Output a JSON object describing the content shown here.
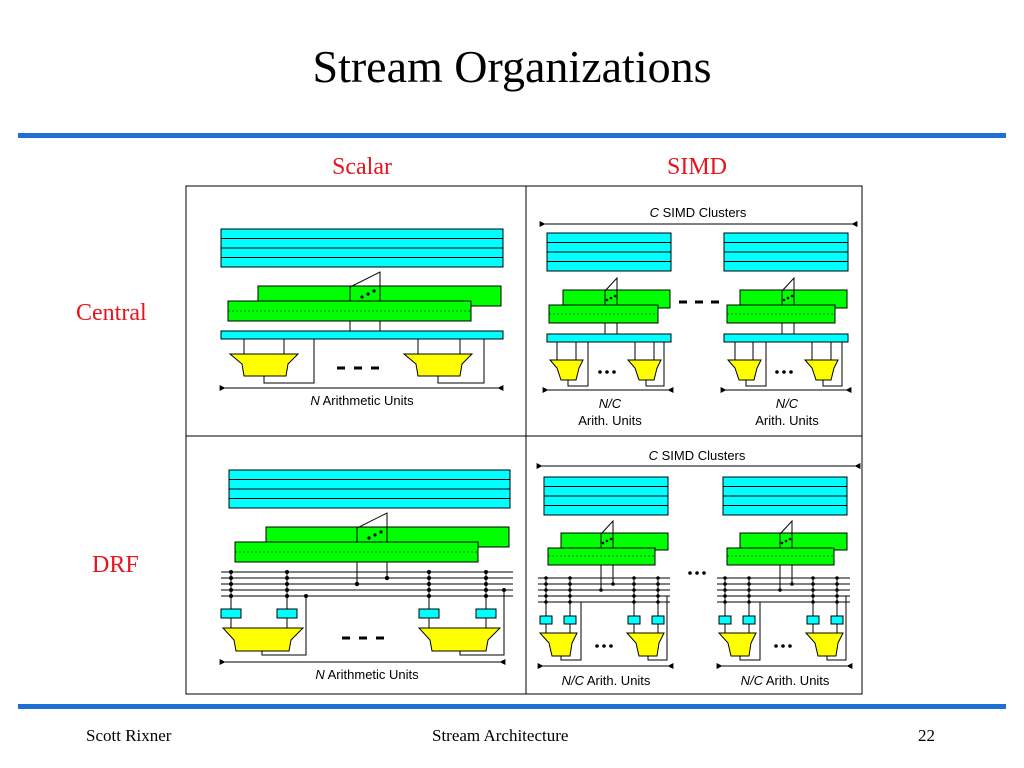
{
  "slide": {
    "title": "Stream Organizations",
    "accent_color": "#1e6fd9",
    "label_color": "#e8141d"
  },
  "columns": {
    "scalar": "Scalar",
    "simd": "SIMD"
  },
  "rows": {
    "central": "Central",
    "drf": "DRF"
  },
  "diagram": {
    "colors": {
      "register_file": "#00ffff",
      "switch": "#00ff00",
      "alu": "#ffff00",
      "stroke": "#000000"
    },
    "scalar_central": {
      "n_label_italic": "N",
      "n_label_rest": " Arithmetic Units"
    },
    "simd_central": {
      "clusters_italic": "C",
      "clusters_rest": " SIMD Clusters",
      "units_line1": "N/C",
      "units_line2": "Arith. Units"
    },
    "scalar_drf": {
      "n_label_italic": "N",
      "n_label_rest": " Arithmetic Units"
    },
    "simd_drf": {
      "clusters_italic": "C",
      "clusters_rest": " SIMD Clusters",
      "units_italic": "N/C",
      "units_rest": " Arith. Units"
    }
  },
  "footer": {
    "author": "Scott Rixner",
    "course": "Stream Architecture",
    "page": "22"
  }
}
